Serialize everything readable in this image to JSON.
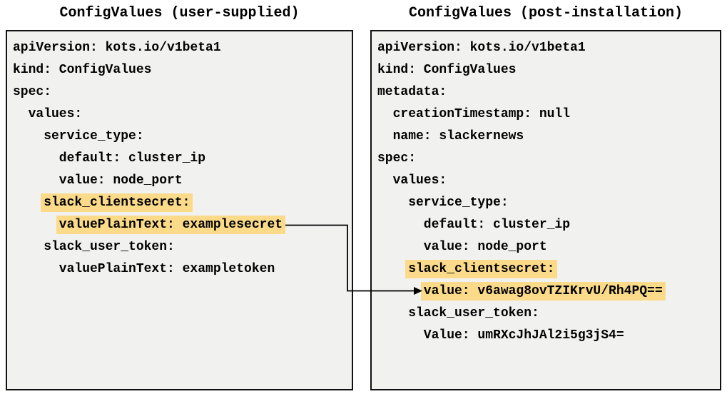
{
  "colors": {
    "panel_bg": "#f1f1f0",
    "border": "#111111",
    "text": "#000000",
    "highlight": "#fbdb8a",
    "arrow": "#000000"
  },
  "left_panel": {
    "title": "ConfigValues (user-supplied)",
    "lines": [
      {
        "indent": 0,
        "text": "apiVersion: kots.io/v1beta1",
        "highlight": false
      },
      {
        "indent": 0,
        "text": "kind: ConfigValues",
        "highlight": false
      },
      {
        "indent": 0,
        "text": "spec:",
        "highlight": false
      },
      {
        "indent": 2,
        "text": "values:",
        "highlight": false
      },
      {
        "indent": 4,
        "text": "service_type:",
        "highlight": false
      },
      {
        "indent": 6,
        "text": "default: cluster_ip",
        "highlight": false
      },
      {
        "indent": 6,
        "text": "value: node_port",
        "highlight": false
      },
      {
        "indent": 4,
        "text": "slack_clientsecret:",
        "highlight": true
      },
      {
        "indent": 6,
        "text": "valuePlainText: examplesecret",
        "highlight": true
      },
      {
        "indent": 4,
        "text": "slack_user_token:",
        "highlight": false
      },
      {
        "indent": 6,
        "text": "valuePlainText: exampletoken",
        "highlight": false
      }
    ]
  },
  "right_panel": {
    "title": "ConfigValues (post-installation)",
    "lines": [
      {
        "indent": 0,
        "text": "apiVersion: kots.io/v1beta1",
        "highlight": false
      },
      {
        "indent": 0,
        "text": "kind: ConfigValues",
        "highlight": false
      },
      {
        "indent": 0,
        "text": "metadata:",
        "highlight": false
      },
      {
        "indent": 2,
        "text": "creationTimestamp: null",
        "highlight": false
      },
      {
        "indent": 2,
        "text": "name: slackernews",
        "highlight": false
      },
      {
        "indent": 0,
        "text": "spec:",
        "highlight": false
      },
      {
        "indent": 2,
        "text": "values:",
        "highlight": false
      },
      {
        "indent": 4,
        "text": "service_type:",
        "highlight": false
      },
      {
        "indent": 6,
        "text": "default: cluster_ip",
        "highlight": false
      },
      {
        "indent": 6,
        "text": "value: node_port",
        "highlight": false
      },
      {
        "indent": 4,
        "text": "slack_clientsecret:",
        "highlight": true
      },
      {
        "indent": 6,
        "text": "value: v6awag8ovTZIKrvU/Rh4PQ==",
        "highlight": true
      },
      {
        "indent": 4,
        "text": "slack_user_token:",
        "highlight": false
      },
      {
        "indent": 6,
        "text": "Value: umRXcJhJAl2i5g3jS4=",
        "highlight": false
      }
    ]
  },
  "arrow": {
    "from_line": "valuePlainText: examplesecret",
    "to_line": "value: v6awag8ovTZIKrvU/Rh4PQ=="
  }
}
